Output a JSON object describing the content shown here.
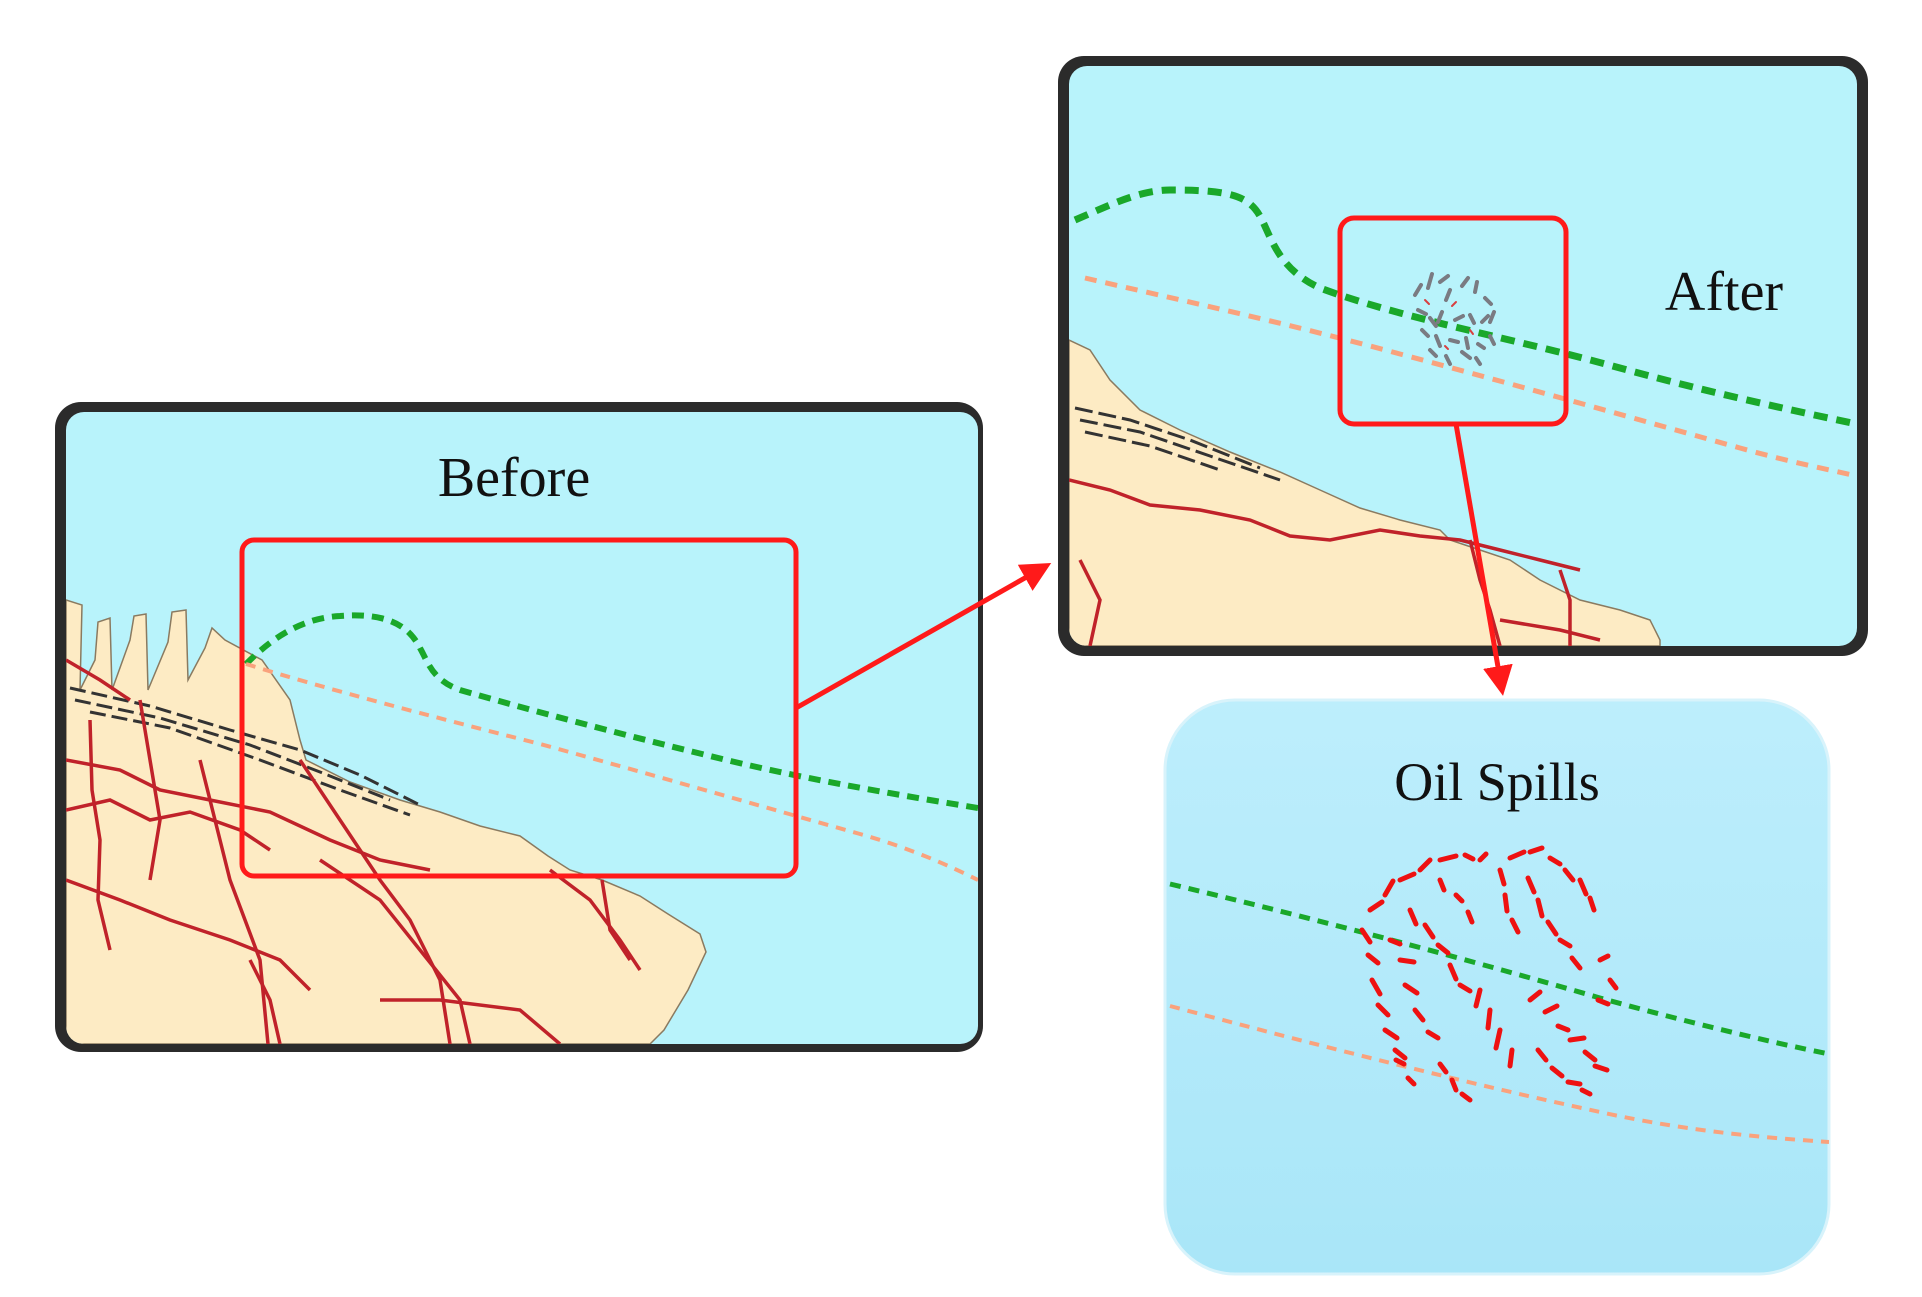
{
  "panels": {
    "before": {
      "label": "Before"
    },
    "after": {
      "label": "After"
    },
    "oil_spills": {
      "label": "Oil Spills"
    }
  },
  "colors": {
    "sea": "#b8f3fb",
    "sea_zoom": "#b0eafa",
    "land": "#fdebc4",
    "road": "#c0222a",
    "frame": "#2b2b2b",
    "highlight": "#ff1a1a",
    "route_green": "#1aa82a",
    "route_orange": "#f9a27d",
    "spill": "#ee1111",
    "spill_gray": "#7a7b82"
  }
}
